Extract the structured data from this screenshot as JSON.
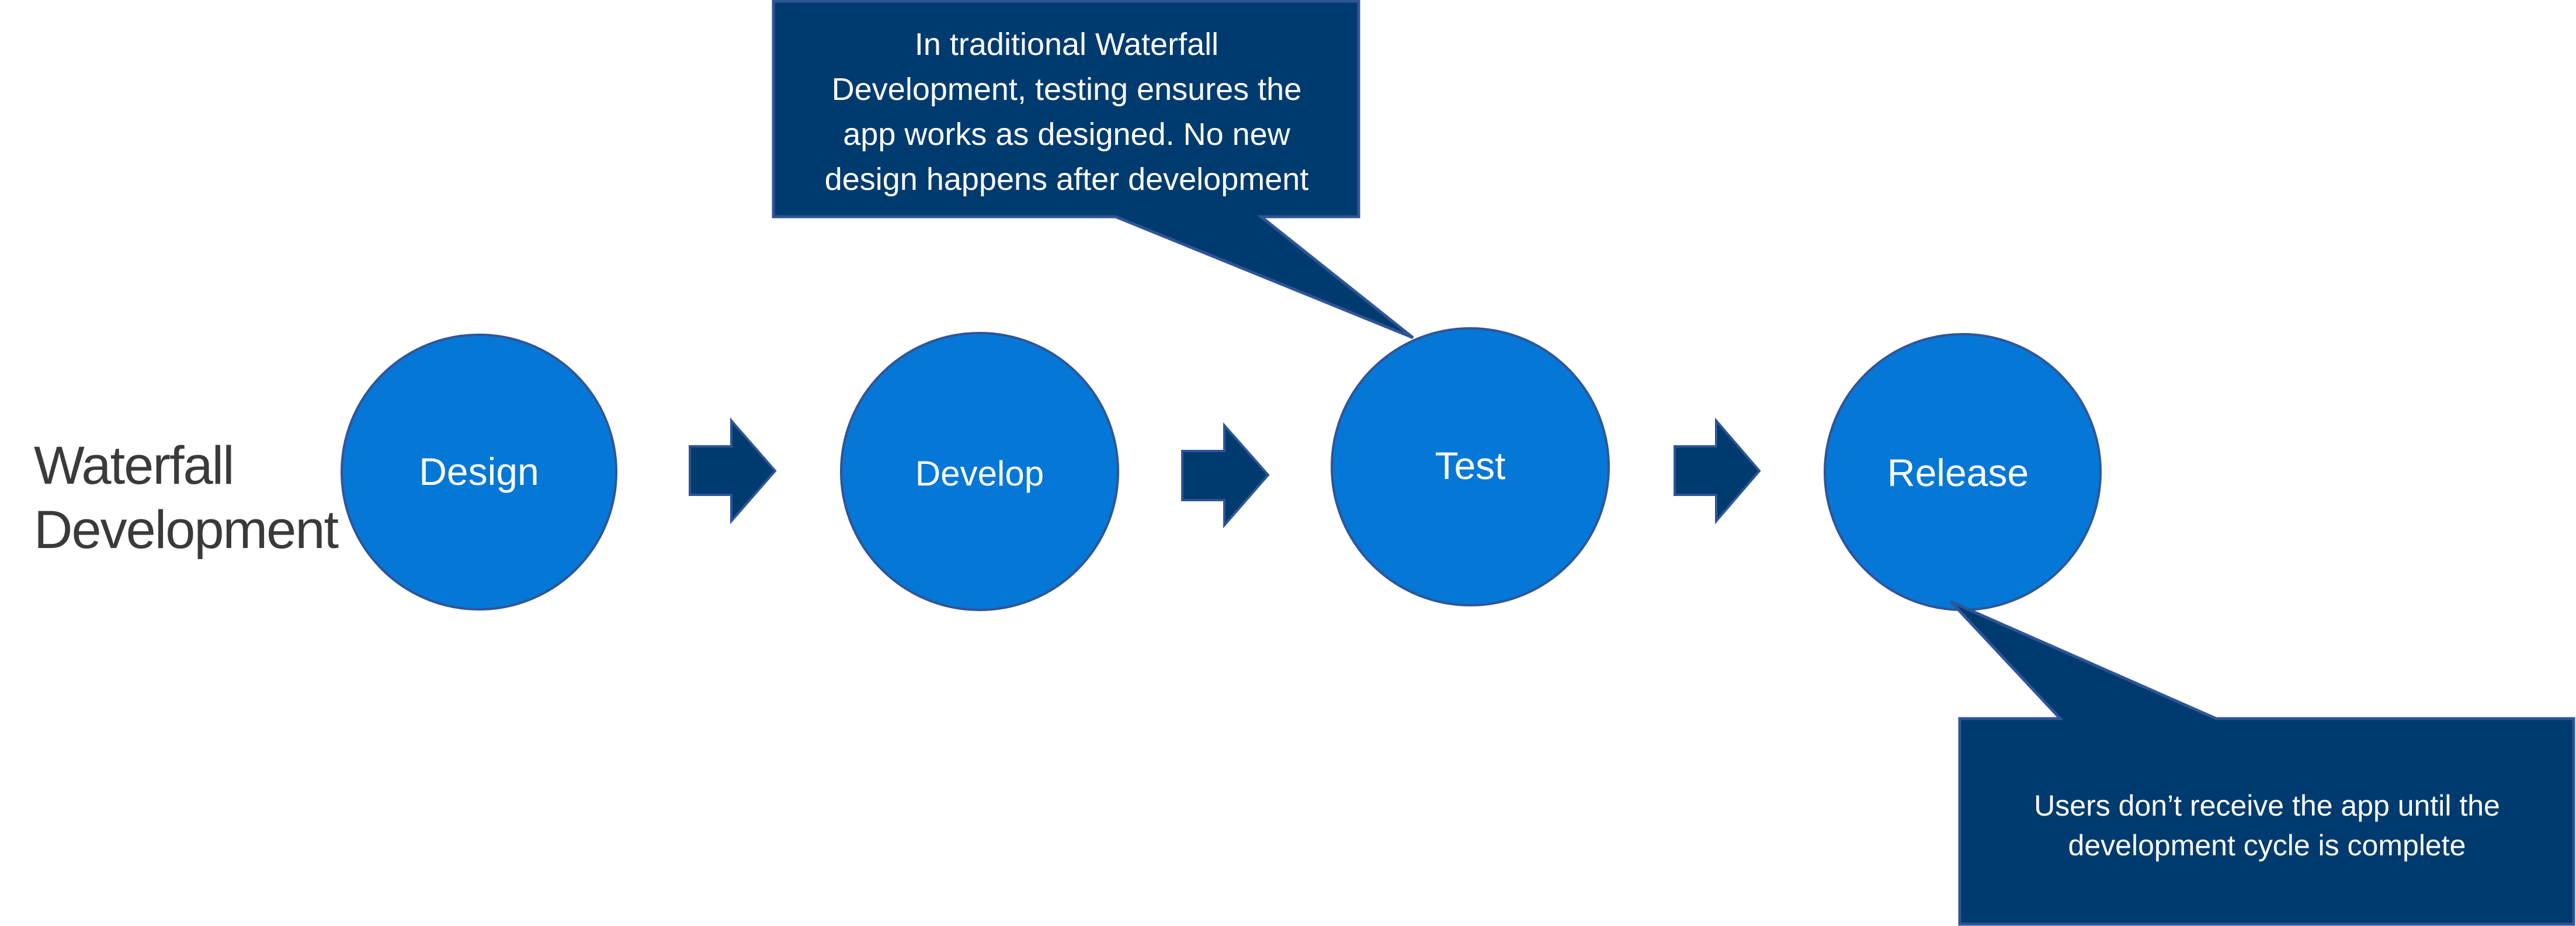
{
  "diagram": {
    "title_lines": [
      "Waterfall",
      "Development"
    ],
    "steps": [
      {
        "label": "Design"
      },
      {
        "label": "Develop"
      },
      {
        "label": "Test"
      },
      {
        "label": "Release"
      }
    ],
    "callouts": {
      "test_note": {
        "lines": [
          "In traditional Waterfall",
          "Development, testing ensures the",
          "app works as designed.  No new",
          "design happens after development"
        ]
      },
      "release_note": {
        "lines": [
          "Users don’t receive the app until the",
          "development cycle is complete"
        ]
      }
    },
    "icons": {
      "step_connector": "right-arrow-icon"
    },
    "colors": {
      "step_fill": "#0477d7",
      "step_stroke": "#2f5597",
      "callout_fill": "#003b6f",
      "callout_stroke": "#2f5597",
      "arrow_fill": "#003b6f",
      "title_text": "#3a3a3a",
      "on_dark_text": "#ffffff"
    }
  }
}
